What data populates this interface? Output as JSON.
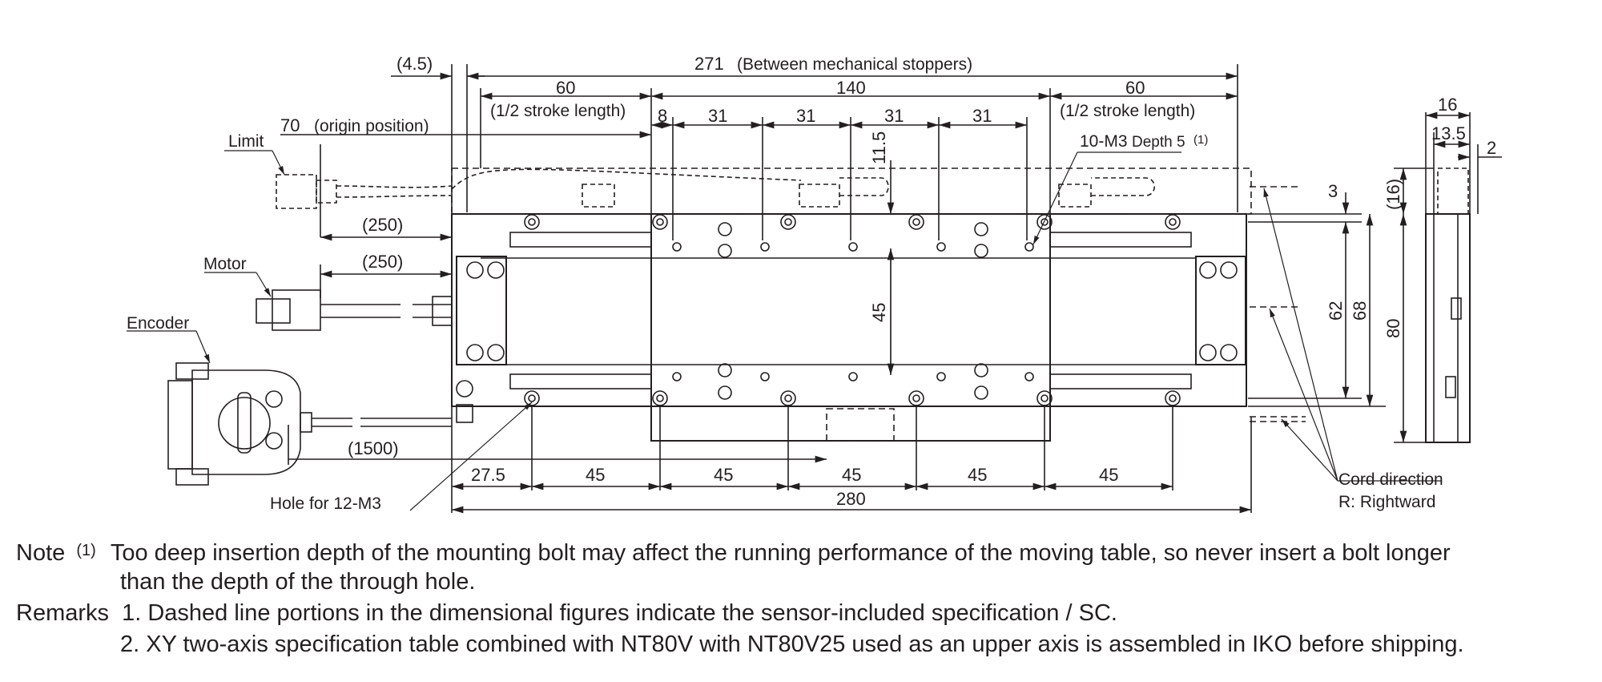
{
  "dimensions": {
    "d_4_5": "(4.5)",
    "d_271": "271",
    "d_271_note": "(Between mechanical stoppers)",
    "d_60_left": "60",
    "d_half_left": "(1/2 stroke length)",
    "d_140": "140",
    "d_60_right": "60",
    "d_half_right": "(1/2 stroke length)",
    "d_8": "8",
    "d_31_a": "31",
    "d_31_b": "31",
    "d_31_c": "31",
    "d_31_d": "31",
    "d_11_5": "11.5",
    "d_70": "70",
    "d_70_note": "(origin position)",
    "d_250_a": "(250)",
    "d_250_b": "(250)",
    "d_1500": "(1500)",
    "d_27_5": "27.5",
    "d_45_a": "45",
    "d_45_b": "45",
    "d_45_c": "45",
    "d_45_d": "45",
    "d_45_e": "45",
    "d_280": "280",
    "d_45_vert": "45",
    "d_62": "62",
    "d_68": "68",
    "d_3": "3",
    "d_16_paren": "(16)",
    "d_80": "80",
    "d_16": "16",
    "d_13_5": "13.5",
    "d_2": "2"
  },
  "labels": {
    "limit": "Limit",
    "motor": "Motor",
    "encoder": "Encoder",
    "m3_holes": "10-M3",
    "m3_depth": "Depth 5",
    "m3_note": "(1)",
    "hole_12m3": "Hole for 12-M3",
    "cord_direction": "Cord direction",
    "cord_right": "R: Rightward"
  },
  "notes": {
    "note_label": "Note",
    "note_mark": "(1)",
    "note_line1": "Too deep insertion depth of the mounting bolt may affect the running performance of the moving table, so never insert a bolt longer",
    "note_line2": "than the depth of the through hole.",
    "remarks_label": "Remarks",
    "remark1": "1. Dashed line portions in the dimensional figures indicate the sensor-included specification / SC.",
    "remark2": "2. XY two-axis specification table combined with NT80V with NT80V25 used as an upper axis is assembled in IKO before shipping."
  },
  "colors": {
    "line": "#231f20",
    "background": "#ffffff"
  }
}
